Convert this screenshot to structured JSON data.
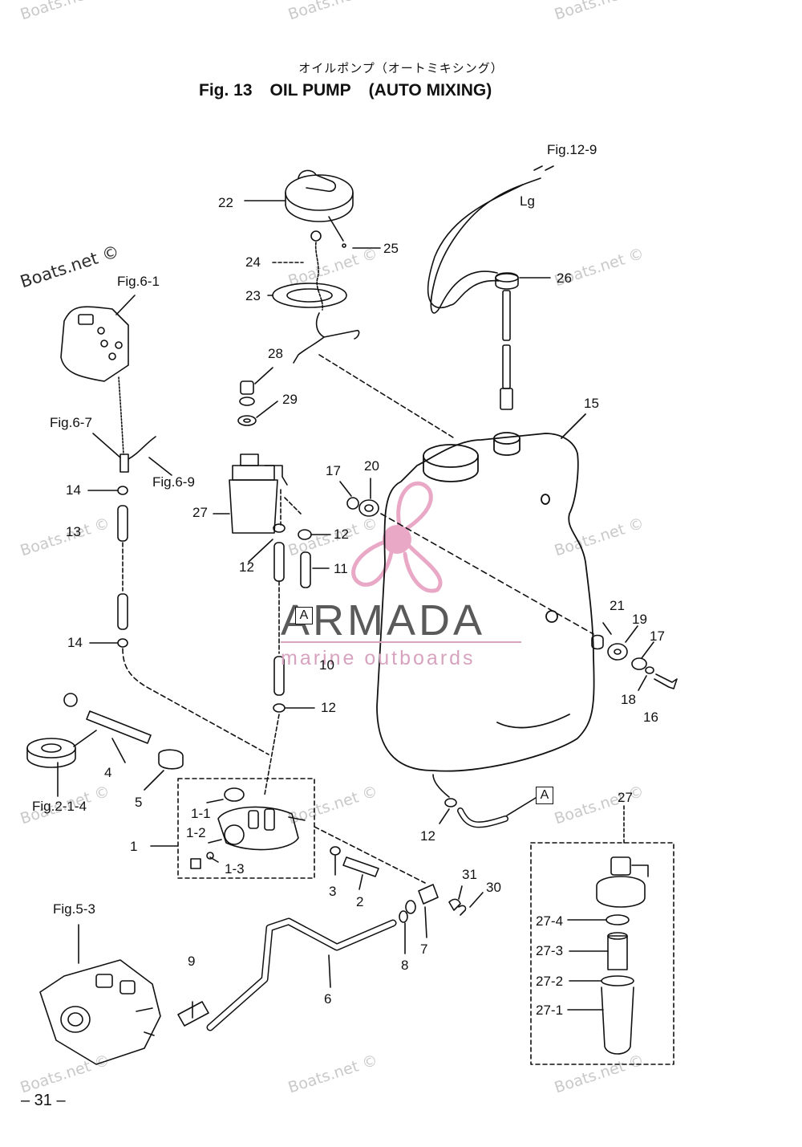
{
  "header": {
    "title_jp": "オイルポンプ（オートミキシング）",
    "fig_label": "Fig. 13",
    "title_en": "OIL PUMP",
    "title_sub": "(AUTO MIXING)"
  },
  "callouts": {
    "c22": "22",
    "c25": "25",
    "c24": "24",
    "c23": "23",
    "c28": "28",
    "c29": "29",
    "c27a": "27",
    "c12a": "12",
    "c12b": "12",
    "c11": "11",
    "c10": "10",
    "c12c": "12",
    "c17a": "17",
    "c20": "20",
    "c15": "15",
    "c26": "26",
    "c21": "21",
    "c19": "19",
    "c17b": "17",
    "c18": "18",
    "c16": "16",
    "c14a": "14",
    "c13": "13",
    "c14b": "14",
    "c4": "4",
    "c5": "5",
    "c1_1": "1-1",
    "c1_2": "1-2",
    "c1_3": "1-3",
    "c1": "1",
    "c3": "3",
    "c2": "2",
    "c31": "31",
    "c30": "30",
    "c7": "7",
    "c8": "8",
    "c6": "6",
    "c9": "9",
    "c12d": "12",
    "c27b": "27",
    "c27_4": "27-4",
    "c27_3": "27-3",
    "c27_2": "27-2",
    "c27_1": "27-1",
    "lg": "Lg"
  },
  "refs": {
    "fig12_9": "Fig.12-9",
    "fig6_1": "Fig.6-1",
    "fig6_7": "Fig.6-7",
    "fig6_9": "Fig.6-9",
    "fig2_1_4": "Fig.2-1-4",
    "fig5_3": "Fig.5-3"
  },
  "box_labels": {
    "a1": "A",
    "a2": "A"
  },
  "watermarks": {
    "boats_dark": "Boats.net ©",
    "boats_light": "Boats.net ©"
  },
  "brand": {
    "name": "ARMADA",
    "tagline": "marine outboards",
    "accent_color": "#e7a9c8",
    "logo_color": "#e9a8c6"
  },
  "footer": {
    "page_number": "– 31 –"
  }
}
